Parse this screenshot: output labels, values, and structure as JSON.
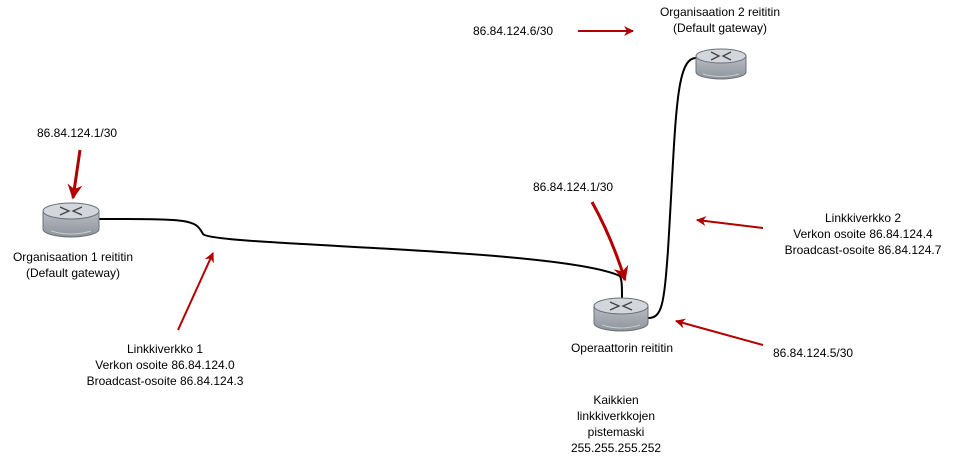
{
  "routers": {
    "org1": {
      "name_line1": "Organisaation 1 reititin",
      "name_line2": "(Default gateway)"
    },
    "org2": {
      "name_line1": "Organisaation 2 reititin",
      "name_line2": "(Default gateway)"
    },
    "operator": {
      "name": "Operaattorin reititin"
    }
  },
  "addresses": {
    "org1_ip": "86.84.124.1/30",
    "operator_ip": "86.84.124.1/30",
    "org2_ip": "86.84.124.6/30",
    "operator_ip_link2": "86.84.124.5/30"
  },
  "links": {
    "link1": {
      "title": "Linkkiverkko 1",
      "network": "Verkon osoite 86.84.124.0",
      "broadcast": "Broadcast-osoite 86.84.124.3"
    },
    "link2": {
      "title": "Linkkiverkko 2",
      "network": "Verkon osoite 86.84.124.4",
      "broadcast": "Broadcast-osoite 86.84.124.7"
    }
  },
  "mask_note": {
    "line1": "Kaikkien",
    "line2": "linkkiverkkojen",
    "line3": "pistemaski",
    "line4": "255.255.255.252"
  },
  "colors": {
    "arrow": "#b20000",
    "line": "#000000",
    "router_body": "#9aa0a8",
    "router_top": "#c4c8ce"
  }
}
